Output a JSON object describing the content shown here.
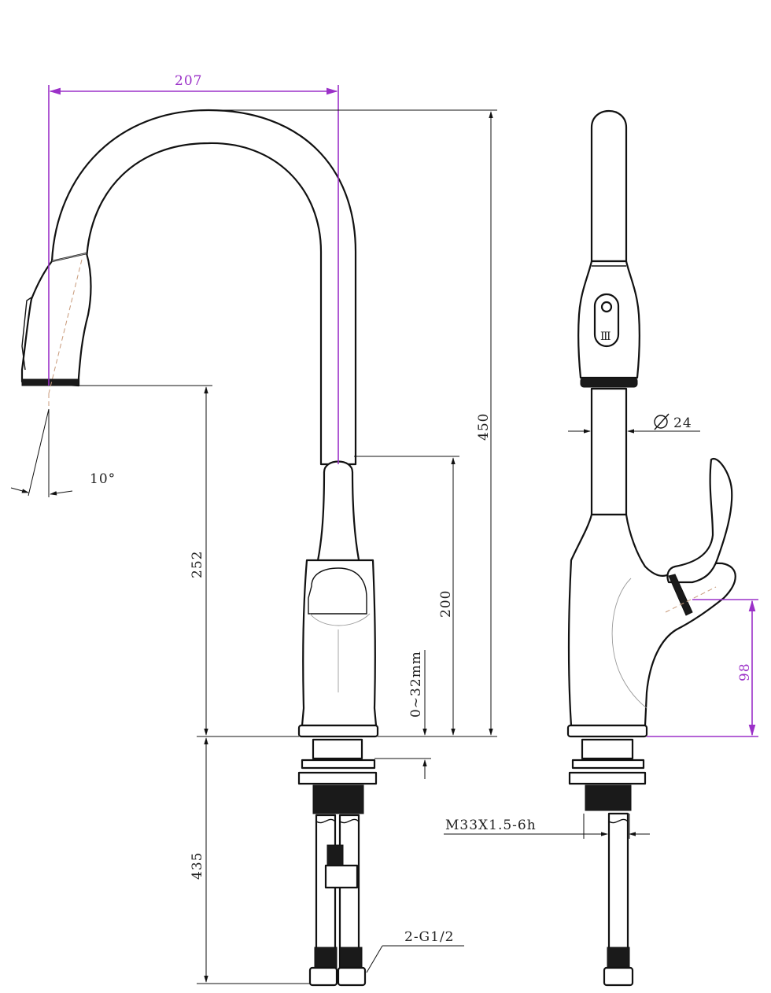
{
  "dimensions": {
    "spout_reach": "207",
    "total_height": "450",
    "spout_height": "252",
    "handle_height": "200",
    "deck_thickness": "0~32mm",
    "below_deck": "435",
    "spray_angle": "10°",
    "body_diameter": "24",
    "handle_side": "98",
    "thread_spec": "M33X1.5-6h",
    "inlet_connection": "2-G1/2"
  },
  "symbols": {
    "diameter": "diameter-icon"
  },
  "colors": {
    "line": "#111111",
    "accent_dimension": "#9b30c8",
    "centerline": "#c89a7a"
  }
}
